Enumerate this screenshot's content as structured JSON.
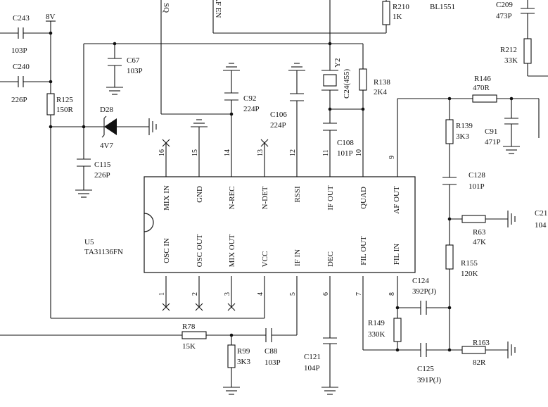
{
  "ic": {
    "ref": "U5",
    "part": "TA31136FN",
    "top_pins": [
      {
        "num": "16",
        "name": "MIX IN"
      },
      {
        "num": "15",
        "name": "GND"
      },
      {
        "num": "14",
        "name": "N-REC"
      },
      {
        "num": "13",
        "name": "N-DET"
      },
      {
        "num": "12",
        "name": "RSSI"
      },
      {
        "num": "11",
        "name": "IF OUT"
      },
      {
        "num": "10",
        "name": "QUAD"
      },
      {
        "num": "9",
        "name": "AF OUT"
      }
    ],
    "bottom_pins": [
      {
        "num": "1",
        "name": "OSC IN"
      },
      {
        "num": "2",
        "name": "OSC OUT"
      },
      {
        "num": "3",
        "name": "MIX OUT"
      },
      {
        "num": "4",
        "name": "VCC"
      },
      {
        "num": "5",
        "name": "IF IN"
      },
      {
        "num": "6",
        "name": "DEC"
      },
      {
        "num": "7",
        "name": "FIL OUT"
      },
      {
        "num": "8",
        "name": "FIL IN"
      }
    ]
  },
  "components": {
    "c243": {
      "ref": "C243",
      "value": "103P"
    },
    "c240": {
      "ref": "C240",
      "value": "226P"
    },
    "rail": "8V",
    "r125": {
      "ref": "R125",
      "value": "150R"
    },
    "d28": {
      "ref": "D28",
      "value": "4V7"
    },
    "c115": {
      "ref": "C115",
      "value": "226P"
    },
    "c67": {
      "ref": "C67",
      "value": "103P"
    },
    "c92": {
      "ref": "C92",
      "value": "224P"
    },
    "c106": {
      "ref": "C106",
      "value": "224P"
    },
    "y2": {
      "ref": "Y2",
      "value": "C24(455)"
    },
    "r138": {
      "ref": "R138",
      "value": "2K4"
    },
    "c108": {
      "ref": "C108",
      "value": "101P"
    },
    "r210": {
      "ref": "R210",
      "value": "1K"
    },
    "bl1551": "BL1551",
    "c209": {
      "ref": "C209",
      "value": "473P"
    },
    "r212": {
      "ref": "R212",
      "value": "33K"
    },
    "r146": {
      "ref": "R146",
      "value": "470R"
    },
    "r139": {
      "ref": "R139",
      "value": "3K3"
    },
    "c91": {
      "ref": "C91",
      "value": "471P"
    },
    "c128": {
      "ref": "C128",
      "value": "101P"
    },
    "c21x": {
      "ref": "C21",
      "value": "104"
    },
    "r63": {
      "ref": "R63",
      "value": "47K"
    },
    "r155": {
      "ref": "R155",
      "value": "120K"
    },
    "c124": {
      "ref": "C124",
      "value": "392P(J)"
    },
    "r149": {
      "ref": "R149",
      "value": "330K"
    },
    "c125": {
      "ref": "C125",
      "value": "391P(J)"
    },
    "r163": {
      "ref": "R163",
      "value": "82R"
    },
    "r78": {
      "ref": "R78",
      "value": "15K"
    },
    "r99": {
      "ref": "R99",
      "value": "3K3"
    },
    "c88": {
      "ref": "C88",
      "value": "103P"
    },
    "c121": {
      "ref": "C121",
      "value": "104P"
    }
  },
  "net_labels": {
    "sq": "SQ",
    "af_en": "AF EN"
  }
}
